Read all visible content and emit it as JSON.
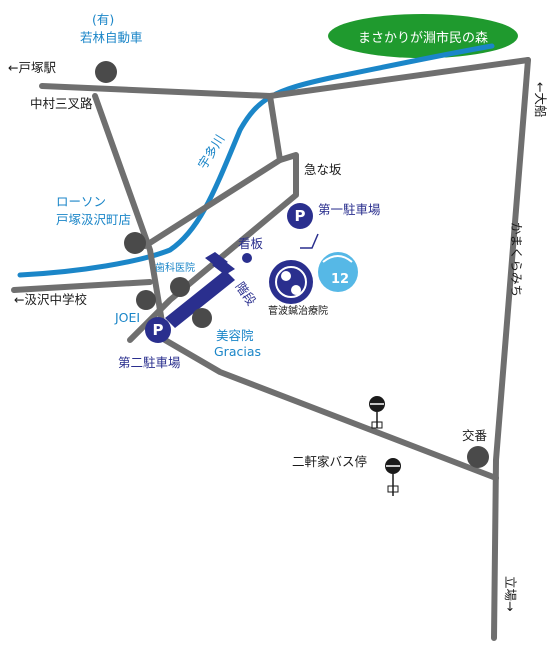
{
  "map": {
    "colors": {
      "road": "#6f6f6f",
      "river": "#1b86c8",
      "park": "#1f9a2e",
      "poi": "#4a4a4a",
      "parking": "#2a2f8e",
      "clinic": "#2a2f8e",
      "stairs": "#2a2f8e"
    },
    "park_label": "まさかりが淵市民の森",
    "poi": {
      "wakabayashi_line1": "(有)",
      "wakabayashi_line2": "若林自動車",
      "lawson_line1": "ローソン",
      "lawson_line2": "戸塚汲沢町店",
      "joei": "JOEI",
      "dental": "歯科医院",
      "salon_line1": "美容院",
      "salon_line2": "Gracias",
      "koban": "交番",
      "clinic_name": "菅波鍼治療院",
      "logo_text": "12"
    },
    "roads": {
      "totsuka": "←戸塚駅",
      "nakamura": "中村三叉路",
      "ofuna": "←大船",
      "kamakura": "かまくらみち",
      "kyuna": "急な坂",
      "gumizawa_school": "←汲沢中学校",
      "tateba": "立場→"
    },
    "river": {
      "name": "宇多川"
    },
    "parking": {
      "p1_label": "第一駐車場",
      "p2_label": "第二駐車場",
      "symbol": "P"
    },
    "stairs": "階段",
    "signboard": "看板",
    "bus": {
      "stop": "二軒家バス停"
    }
  }
}
